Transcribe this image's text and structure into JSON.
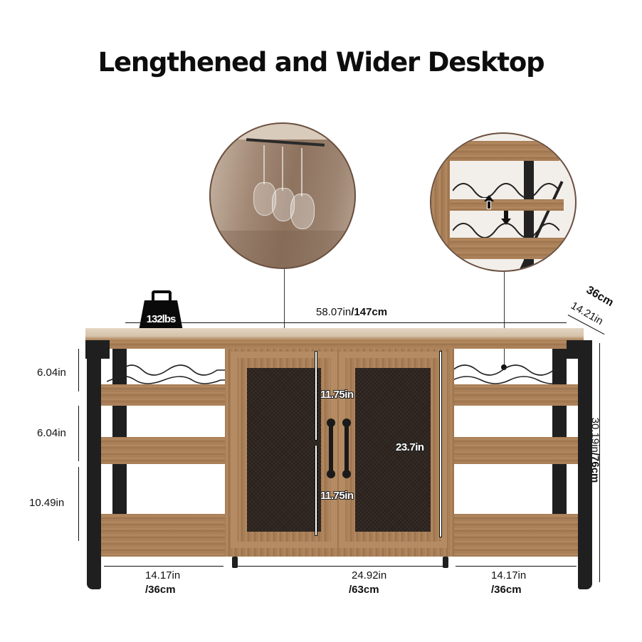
{
  "title": "Lengthened and Wider Desktop",
  "weight_badge": {
    "icon": "weight-icon",
    "label": "132lbs"
  },
  "callouts": [
    {
      "name": "wine-glass-holder-detail",
      "description": "Hanging stemware rack with three wine glasses"
    },
    {
      "name": "adjustable-wine-rack-detail",
      "description": "Wine rack shelf with up/down arrows indicating adjustable height",
      "icons": [
        "arrow-up-icon",
        "arrow-down-icon"
      ]
    }
  ],
  "dimensions": {
    "overall_width": {
      "in": "58.07in",
      "sep": "/",
      "cm": "147cm"
    },
    "depth": {
      "in": "14.21in",
      "cm": "36cm"
    },
    "overall_height": {
      "in": "30.19in",
      "sep": "/",
      "cm": "76cm"
    },
    "left_spacings": [
      "6.04in",
      "6.04in",
      "10.49in"
    ],
    "door_upper": "11.75in",
    "door_lower": "11.75in",
    "door_height": "23.7in",
    "bottom_widths": [
      {
        "in": "14.17in",
        "cm": "/36cm"
      },
      {
        "in": "24.92in",
        "cm": "/63cm"
      },
      {
        "in": "14.17in",
        "cm": "/36cm"
      }
    ]
  },
  "colors": {
    "wood": "#a47a52",
    "metal": "#1f1f1f",
    "mesh": "#2a211c",
    "background": "#ffffff"
  }
}
